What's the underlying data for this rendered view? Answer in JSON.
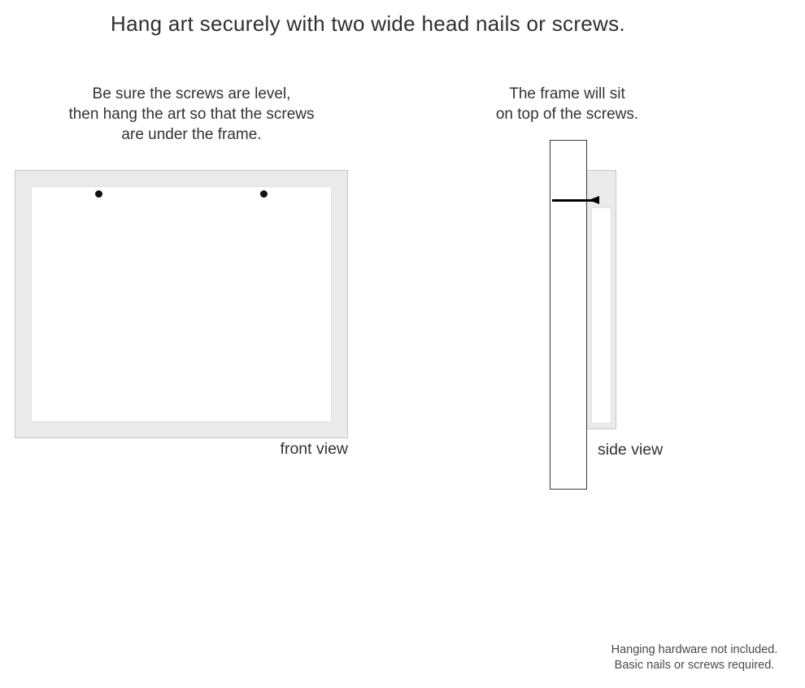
{
  "title": "Hang art securely with two wide head nails or screws.",
  "front_view": {
    "instructions": {
      "line1": "Be sure the screws are level,",
      "line2": "then hang the art so that the screws",
      "line3": "are under the frame."
    },
    "caption": "front view"
  },
  "side_view": {
    "instructions": {
      "line1": "The frame will sit",
      "line2": "on top of the screws."
    },
    "caption": "side view"
  },
  "footer": {
    "line1": "Hanging hardware not included.",
    "line2": "Basic nails or screws required."
  },
  "colors": {
    "frame_fill": "#eaeaea",
    "frame_border": "#c8c8c8",
    "nail": "#000000",
    "text": "#333333"
  }
}
